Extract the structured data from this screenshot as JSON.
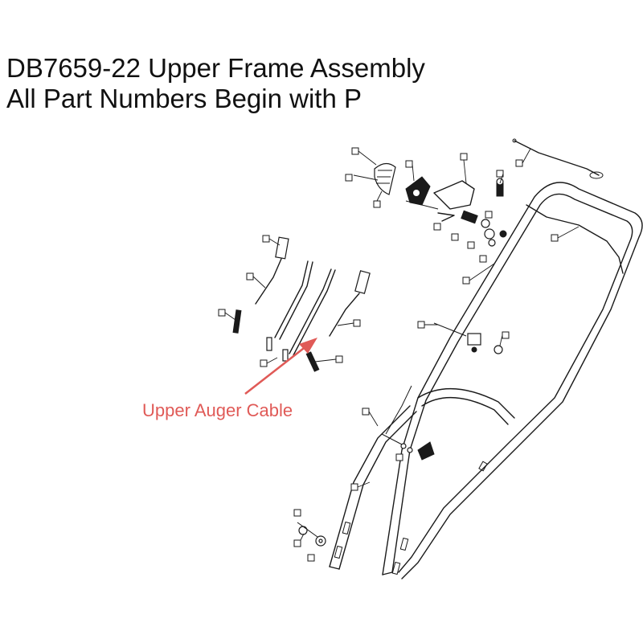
{
  "title": {
    "line1": "DB7659-22 Upper Frame Assembly",
    "line2": "All Part Numbers Begin with P"
  },
  "callout": {
    "text": "Upper Auger Cable",
    "color": "#e05a57"
  }
}
